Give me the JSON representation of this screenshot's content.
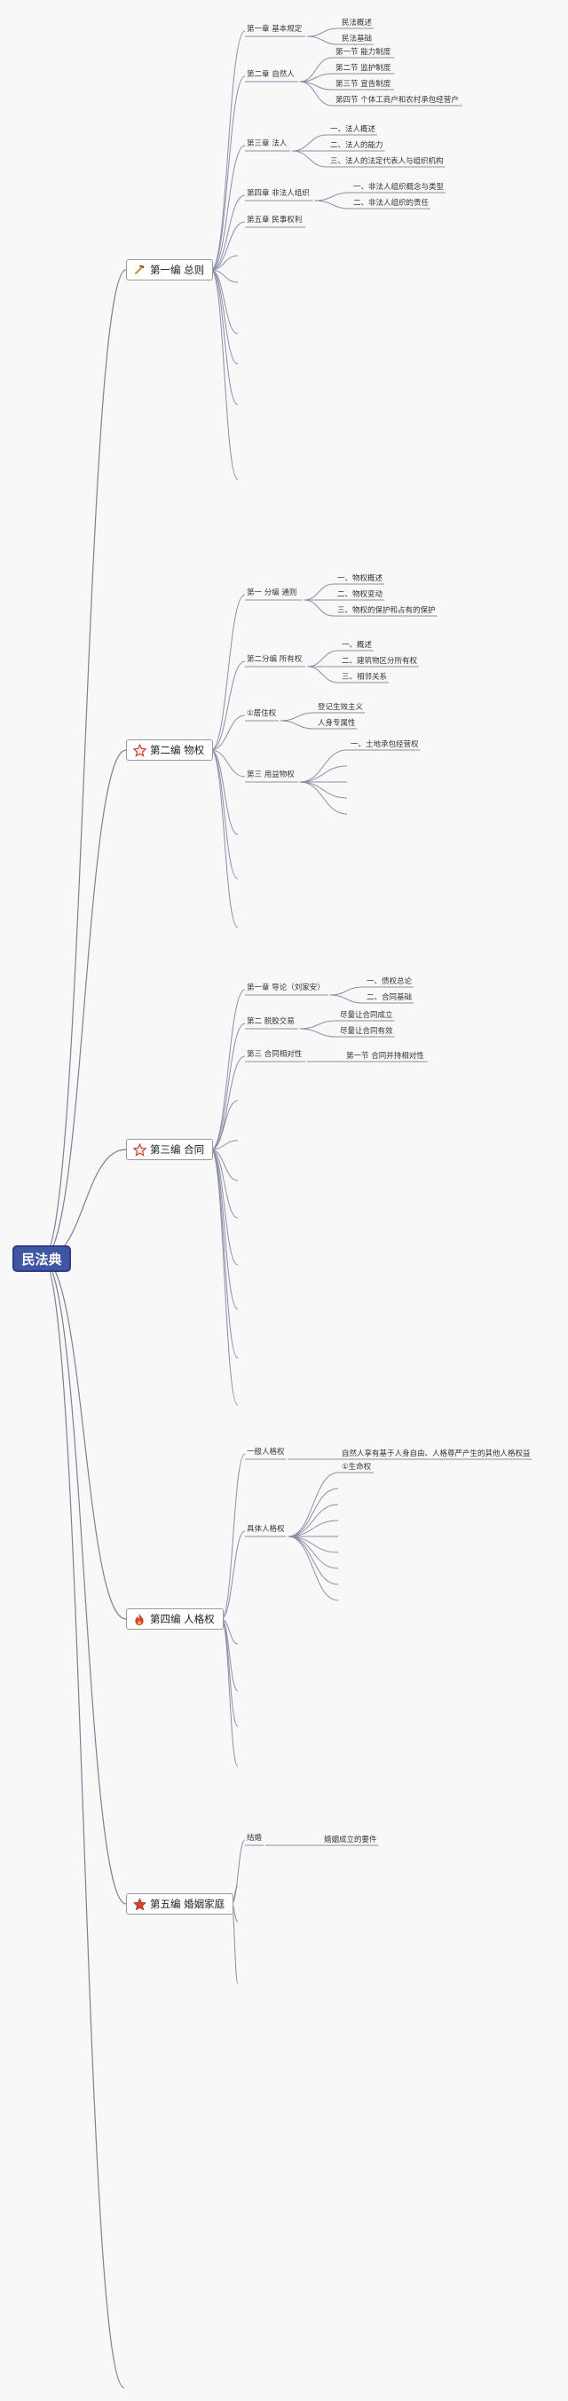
{
  "root": {
    "label": "民法典"
  },
  "colors": {
    "root_fill": "#3f55a6",
    "link": "#8a8fa8",
    "icon_red": "#d9412e"
  },
  "parts": [
    {
      "label": "第一编 总则",
      "icon": "pick-icon",
      "chapters": [
        {
          "label": "第一章 基本规定",
          "items": [
            "民法概述",
            "民法基础"
          ]
        },
        {
          "label": "第二章 自然人",
          "items": [
            "第一节 能力制度",
            "第二节 监护制度",
            "第三节 宣告制度",
            "第四节 个体工商户和农村承包经营户"
          ]
        },
        {
          "label": "第三章 法人",
          "items": [
            "一、法人概述",
            "二、法人的能力",
            "三、法人的法定代表人与组织机构"
          ]
        },
        {
          "label": "第四章 非法人组织",
          "items": [
            "一、非法人组织概念与类型",
            "二、非法人组织的责任"
          ]
        },
        {
          "label": "第五章 民事权利",
          "items": []
        }
      ],
      "empty_branches": 6
    },
    {
      "label": "第二编 物权",
      "icon": "star-outline-icon",
      "chapters": [
        {
          "label": "第一 分编 通则",
          "items": [
            "一、物权概述",
            "二、物权变动",
            "三、物权的保护和占有的保护"
          ]
        },
        {
          "label": "第二分编 所有权",
          "items": [
            "一、概述",
            "二、建筑物区分所有权",
            "三、相邻关系"
          ]
        },
        {
          "label": "①居住权",
          "items": [
            "登记生效主义",
            "人身专属性"
          ]
        },
        {
          "label": "第三 用益物权",
          "items": [
            "一、土地承包经营权",
            "",
            "",
            "",
            ""
          ]
        }
      ],
      "empty_branches": 3
    },
    {
      "label": "第三编 合同",
      "icon": "star-outline-icon",
      "chapters": [
        {
          "label": "第一章 导论（刘家安）",
          "items": [
            "一、债权总论",
            "二、合同基础"
          ]
        },
        {
          "label": "第二 脱胶交易",
          "items": [
            "尽量让合同成立",
            "尽量让合同有效"
          ]
        },
        {
          "label": "第三 合同相对性",
          "items": [
            "第一节 合同并持相对性"
          ]
        }
      ],
      "empty_branches": 8
    },
    {
      "label": "第四编 人格权",
      "icon": "fire-icon",
      "chapters": [
        {
          "label": "一般人格权",
          "items": [
            "自然人享有基于人身自由、人格尊严产生的其他人格权益"
          ]
        },
        {
          "label": "具体人格权",
          "items": [
            "①生命权",
            "",
            "",
            "",
            "",
            "",
            "",
            "",
            ""
          ]
        }
      ],
      "empty_branches": 4
    },
    {
      "label": "第五编 婚姻家庭",
      "icon": "star-filled-icon",
      "chapters": [
        {
          "label": "结婚",
          "items": [
            "婚姻成立的要件"
          ]
        }
      ],
      "empty_branches": 3
    }
  ]
}
